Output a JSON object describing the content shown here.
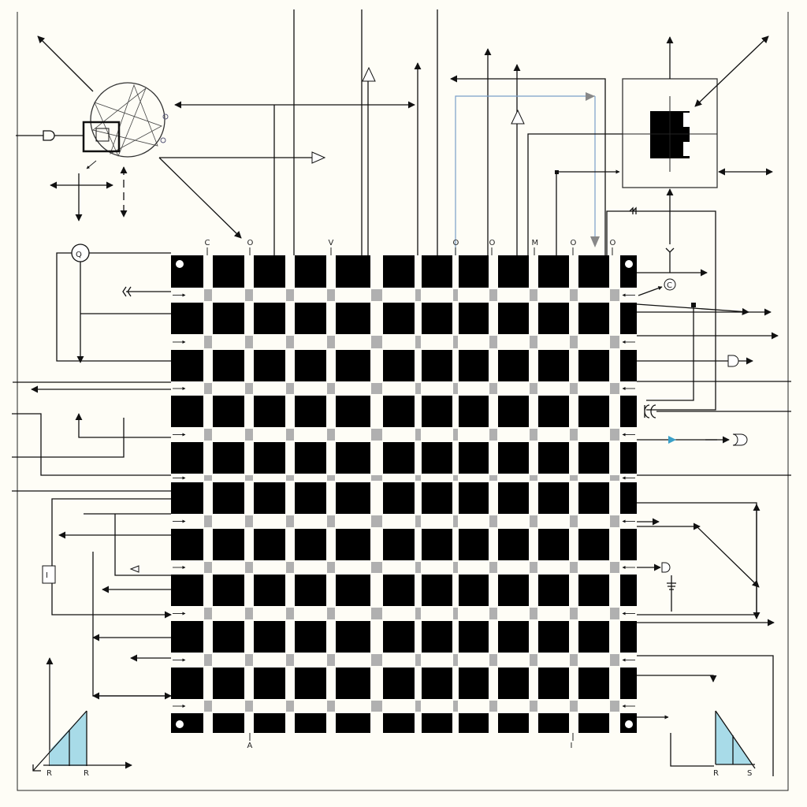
{
  "diagram": {
    "top_pin_labels": [
      "C",
      "O",
      "V",
      "O",
      "O",
      "M",
      "O",
      "O"
    ],
    "bottom_pin_labels": [
      "A",
      "I"
    ],
    "bottom_left_labels": [
      "R",
      "R"
    ],
    "bottom_right_labels": [
      "R",
      "S"
    ],
    "left_component_label": "I",
    "node_label": "Q",
    "right_node_label": "C",
    "colors": {
      "background": "#fefdf6",
      "cell": "#000000",
      "junction": "#b0b0b0",
      "accent": "#a8dbe8",
      "wire_blue": "#7a9ec8"
    }
  }
}
